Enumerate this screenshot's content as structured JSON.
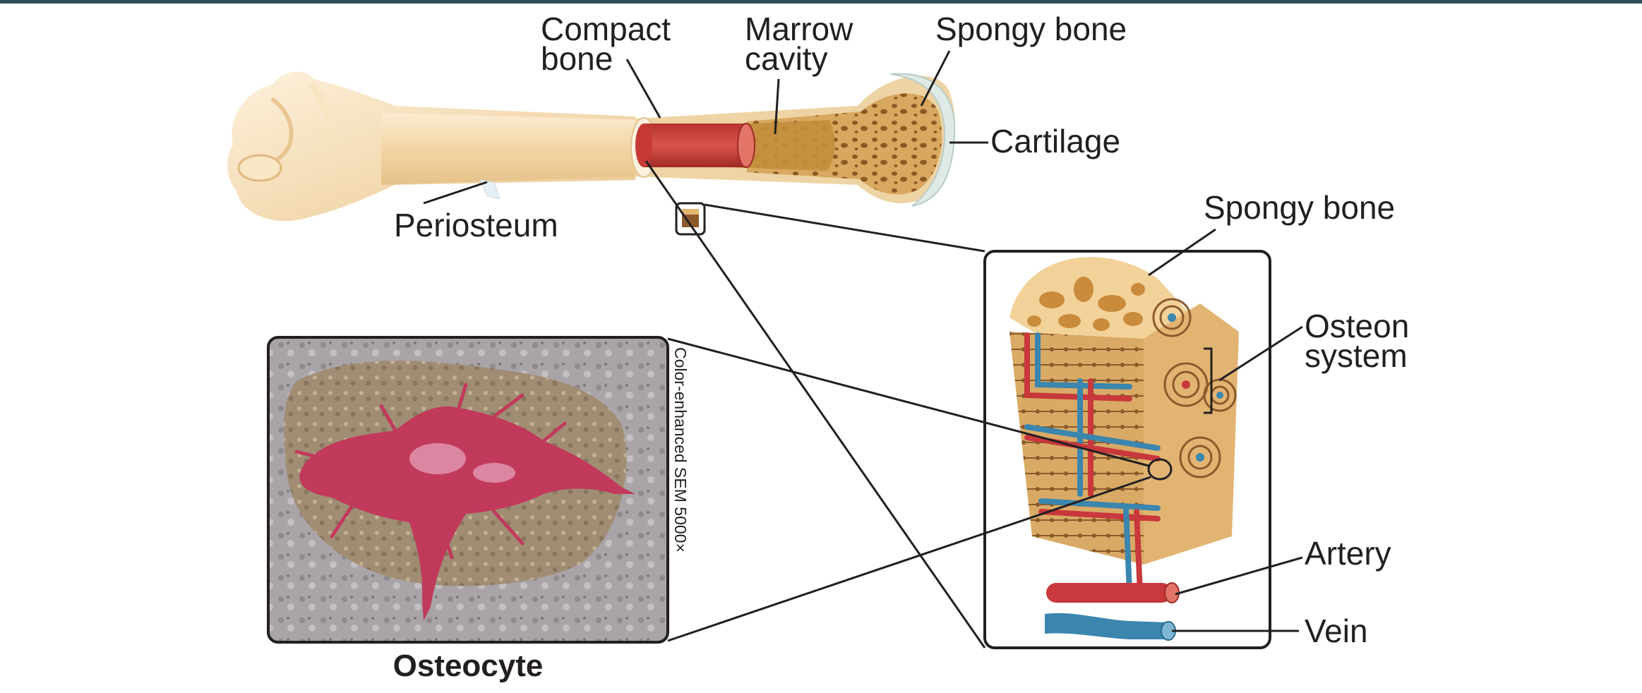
{
  "diagram": {
    "labels": {
      "compact_bone_line1": "Compact",
      "compact_bone_line2": "bone",
      "marrow_cavity_line1": "Marrow",
      "marrow_cavity_line2": "cavity",
      "spongy_bone_top": "Spongy bone",
      "cartilage": "Cartilage",
      "periosteum": "Periosteum",
      "spongy_bone_detail": "Spongy bone",
      "osteon_system_line1": "Osteon",
      "osteon_system_line2": "system",
      "artery": "Artery",
      "vein": "Vein",
      "osteocyte": "Osteocyte",
      "micrograph_caption": "Color-enhanced SEM 5000×"
    },
    "colors": {
      "top_bar": "#2d4f57",
      "bone_shaft": "#f3d9ae",
      "bone_light": "#fbecd2",
      "compact_bone": "#e9cf9f",
      "marrow": "#c8922f",
      "spongy": "#d9a75c",
      "cartilage": "#dfe9e6",
      "artery_red": "#c8383c",
      "vein_blue": "#3a86ae",
      "osteon_brown": "#8a5a2b",
      "sem_background": "#a8a2a6",
      "sem_cell": "#c13a5c"
    }
  }
}
